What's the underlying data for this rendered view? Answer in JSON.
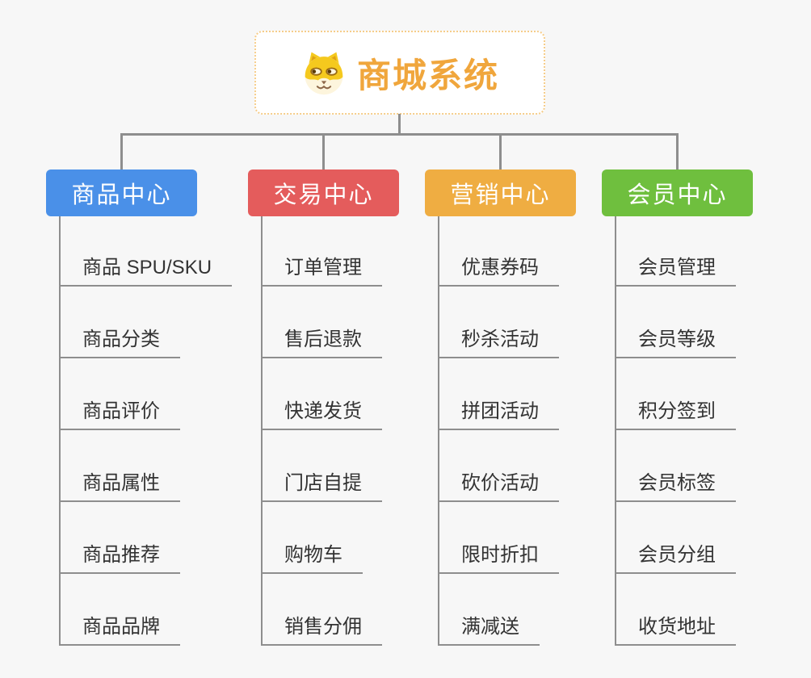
{
  "root": {
    "title": "商城系统",
    "icon": "dog-face-icon"
  },
  "colors": {
    "background": "#f7f7f7",
    "connector": "#8e8e8e",
    "root_border": "#f6cd8a",
    "root_text": "#f0a63c",
    "item_text": "#333333",
    "branch_product": "#4a90e8",
    "branch_trade": "#e45c5c",
    "branch_marketing": "#efad42",
    "branch_member": "#6fbf3e"
  },
  "branches": [
    {
      "label": "商品中心",
      "color": "#4a90e8",
      "items": [
        "商品 SPU/SKU",
        "商品分类",
        "商品评价",
        "商品属性",
        "商品推荐",
        "商品品牌"
      ]
    },
    {
      "label": "交易中心",
      "color": "#e45c5c",
      "items": [
        "订单管理",
        "售后退款",
        "快递发货",
        "门店自提",
        "购物车",
        "销售分佣"
      ]
    },
    {
      "label": "营销中心",
      "color": "#efad42",
      "items": [
        "优惠券码",
        "秒杀活动",
        "拼团活动",
        "砍价活动",
        "限时折扣",
        "满减送"
      ]
    },
    {
      "label": "会员中心",
      "color": "#6fbf3e",
      "items": [
        "会员管理",
        "会员等级",
        "积分签到",
        "会员标签",
        "会员分组",
        "收货地址"
      ]
    }
  ]
}
